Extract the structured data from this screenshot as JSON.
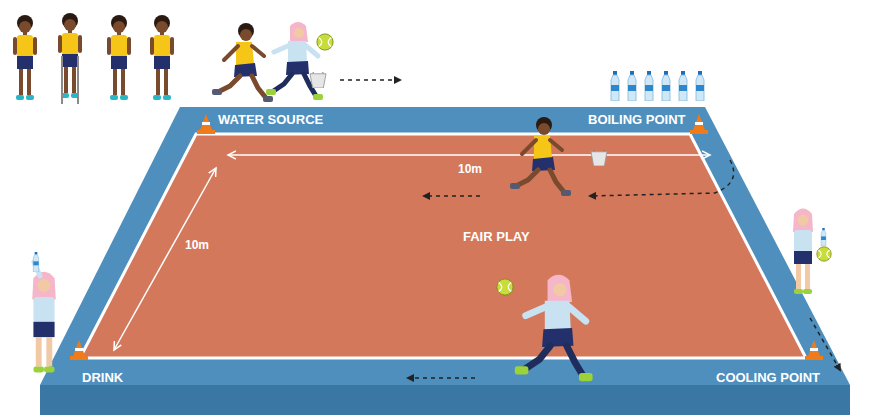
{
  "diagram": {
    "labels": [
      "WATER SOURCE",
      "BOILING POINT",
      "10m",
      "10m",
      "FAIR PLAY",
      "DRINK",
      "COOLING POINT"
    ]
  }
}
